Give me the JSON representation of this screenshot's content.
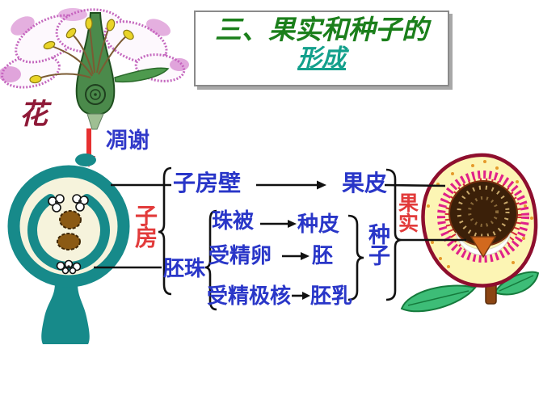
{
  "header": {
    "title_line1": "三、果实和种子的",
    "title_line2": "形成"
  },
  "flower": {
    "label": "花",
    "wither_label": "凋谢"
  },
  "flowchart": {
    "ovary": "子房",
    "ovule": "胚珠",
    "fruit": "果实",
    "seed": "种子",
    "rows": [
      {
        "from": "子房壁",
        "to": "果皮"
      },
      {
        "from": "珠被",
        "to": "种皮"
      },
      {
        "from": "受精卵",
        "to": "胚"
      },
      {
        "from": "受精极核",
        "to": "胚乳"
      }
    ]
  },
  "colors": {
    "title_green": "#1b7f1b",
    "title_teal": "#13a08c",
    "label_blue": "#2936c8",
    "label_red": "#e23b3b",
    "flower_maroon": "#8f1a38",
    "wither_arrow_red": "#e63030",
    "ovary_teal": "#178a8a",
    "ovary_cream": "#f6f3dc",
    "connector_black": "#111111"
  },
  "icons": {
    "wither_arrow": "down-arrow",
    "flow_arrows": "right-arrow"
  }
}
